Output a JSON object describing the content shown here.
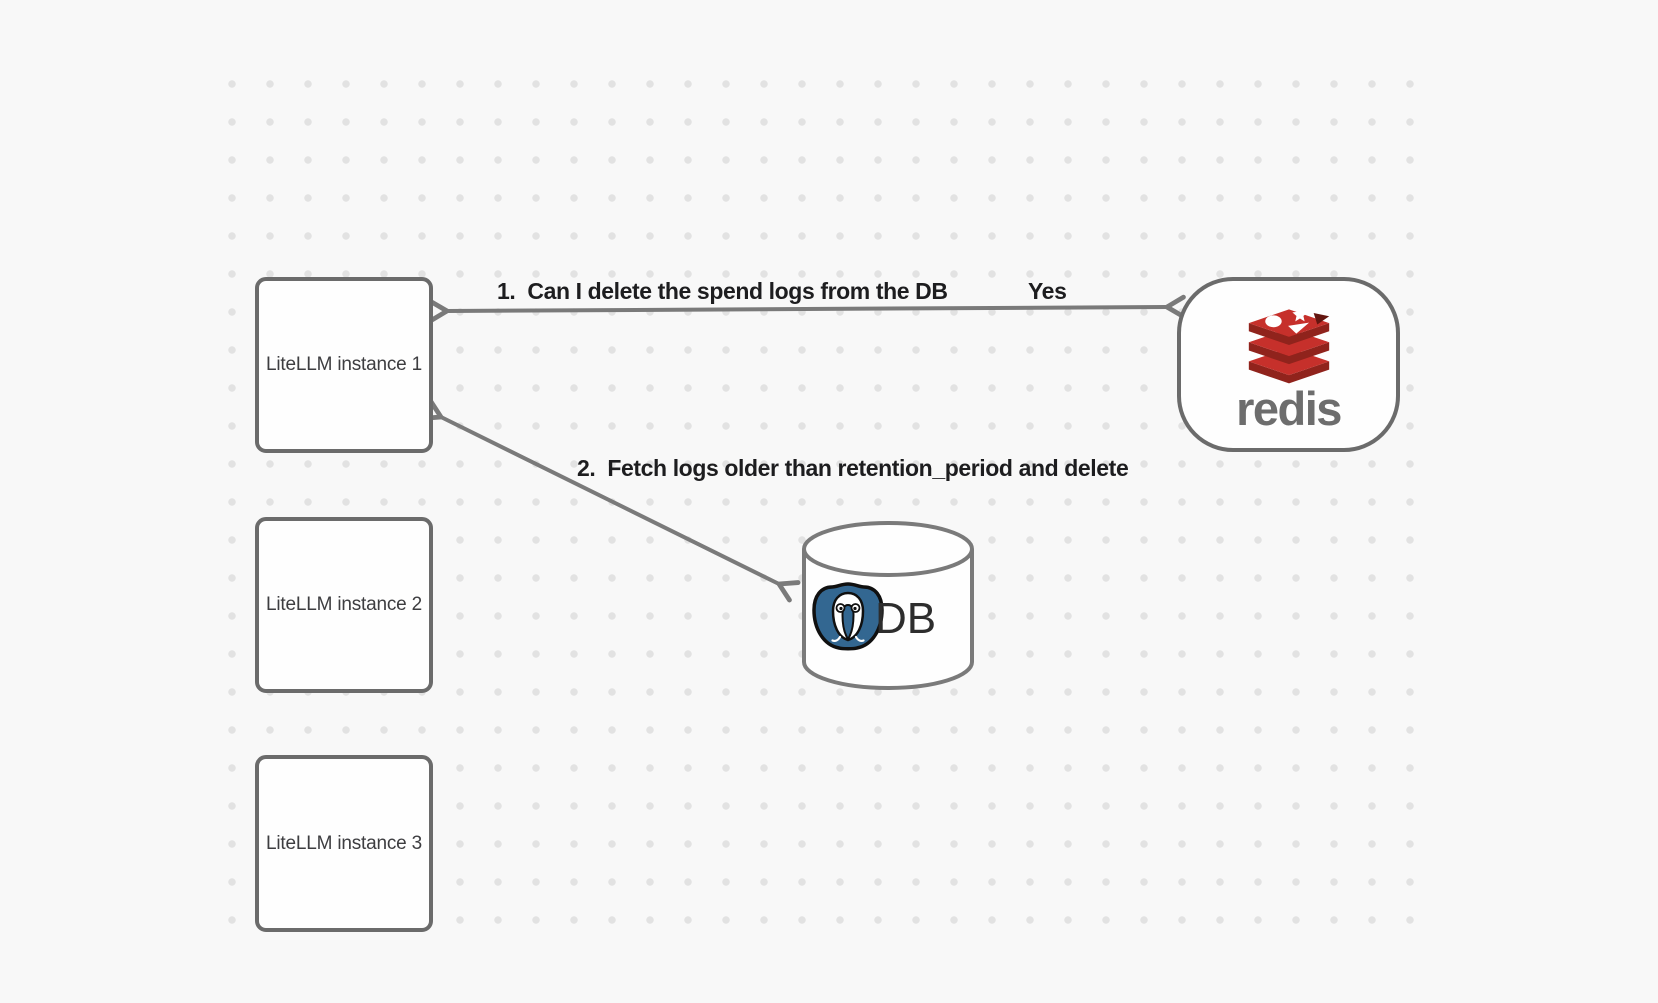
{
  "canvas": {
    "background_color": "#f8f8f8",
    "dot_color": "#e2e2e2"
  },
  "nodes": {
    "instance1": {
      "label": "LiteLLM instance 1"
    },
    "instance2": {
      "label": "LiteLLM instance 2"
    },
    "instance3": {
      "label": "LiteLLM instance 3"
    },
    "redis": {
      "wordmark": "redis",
      "icon": "redis-stack-logo",
      "logo_red": "#c6302b",
      "logo_dark_red": "#90231c"
    },
    "database": {
      "label": "DB",
      "icon": "postgresql-elephant-logo",
      "logo_blue": "#336791"
    }
  },
  "edges": {
    "edge1": {
      "label": "1.  Can I delete the spend logs from the DB",
      "response": "Yes"
    },
    "edge2": {
      "label": "2.  Fetch logs older than retention_period and delete"
    }
  },
  "colors": {
    "node_border": "#6b6b6b",
    "arrow": "#7a7a7a",
    "label_text": "#1d1d1f",
    "node_text": "#3d3d40",
    "redis_wordmark": "#6d6d6d"
  }
}
